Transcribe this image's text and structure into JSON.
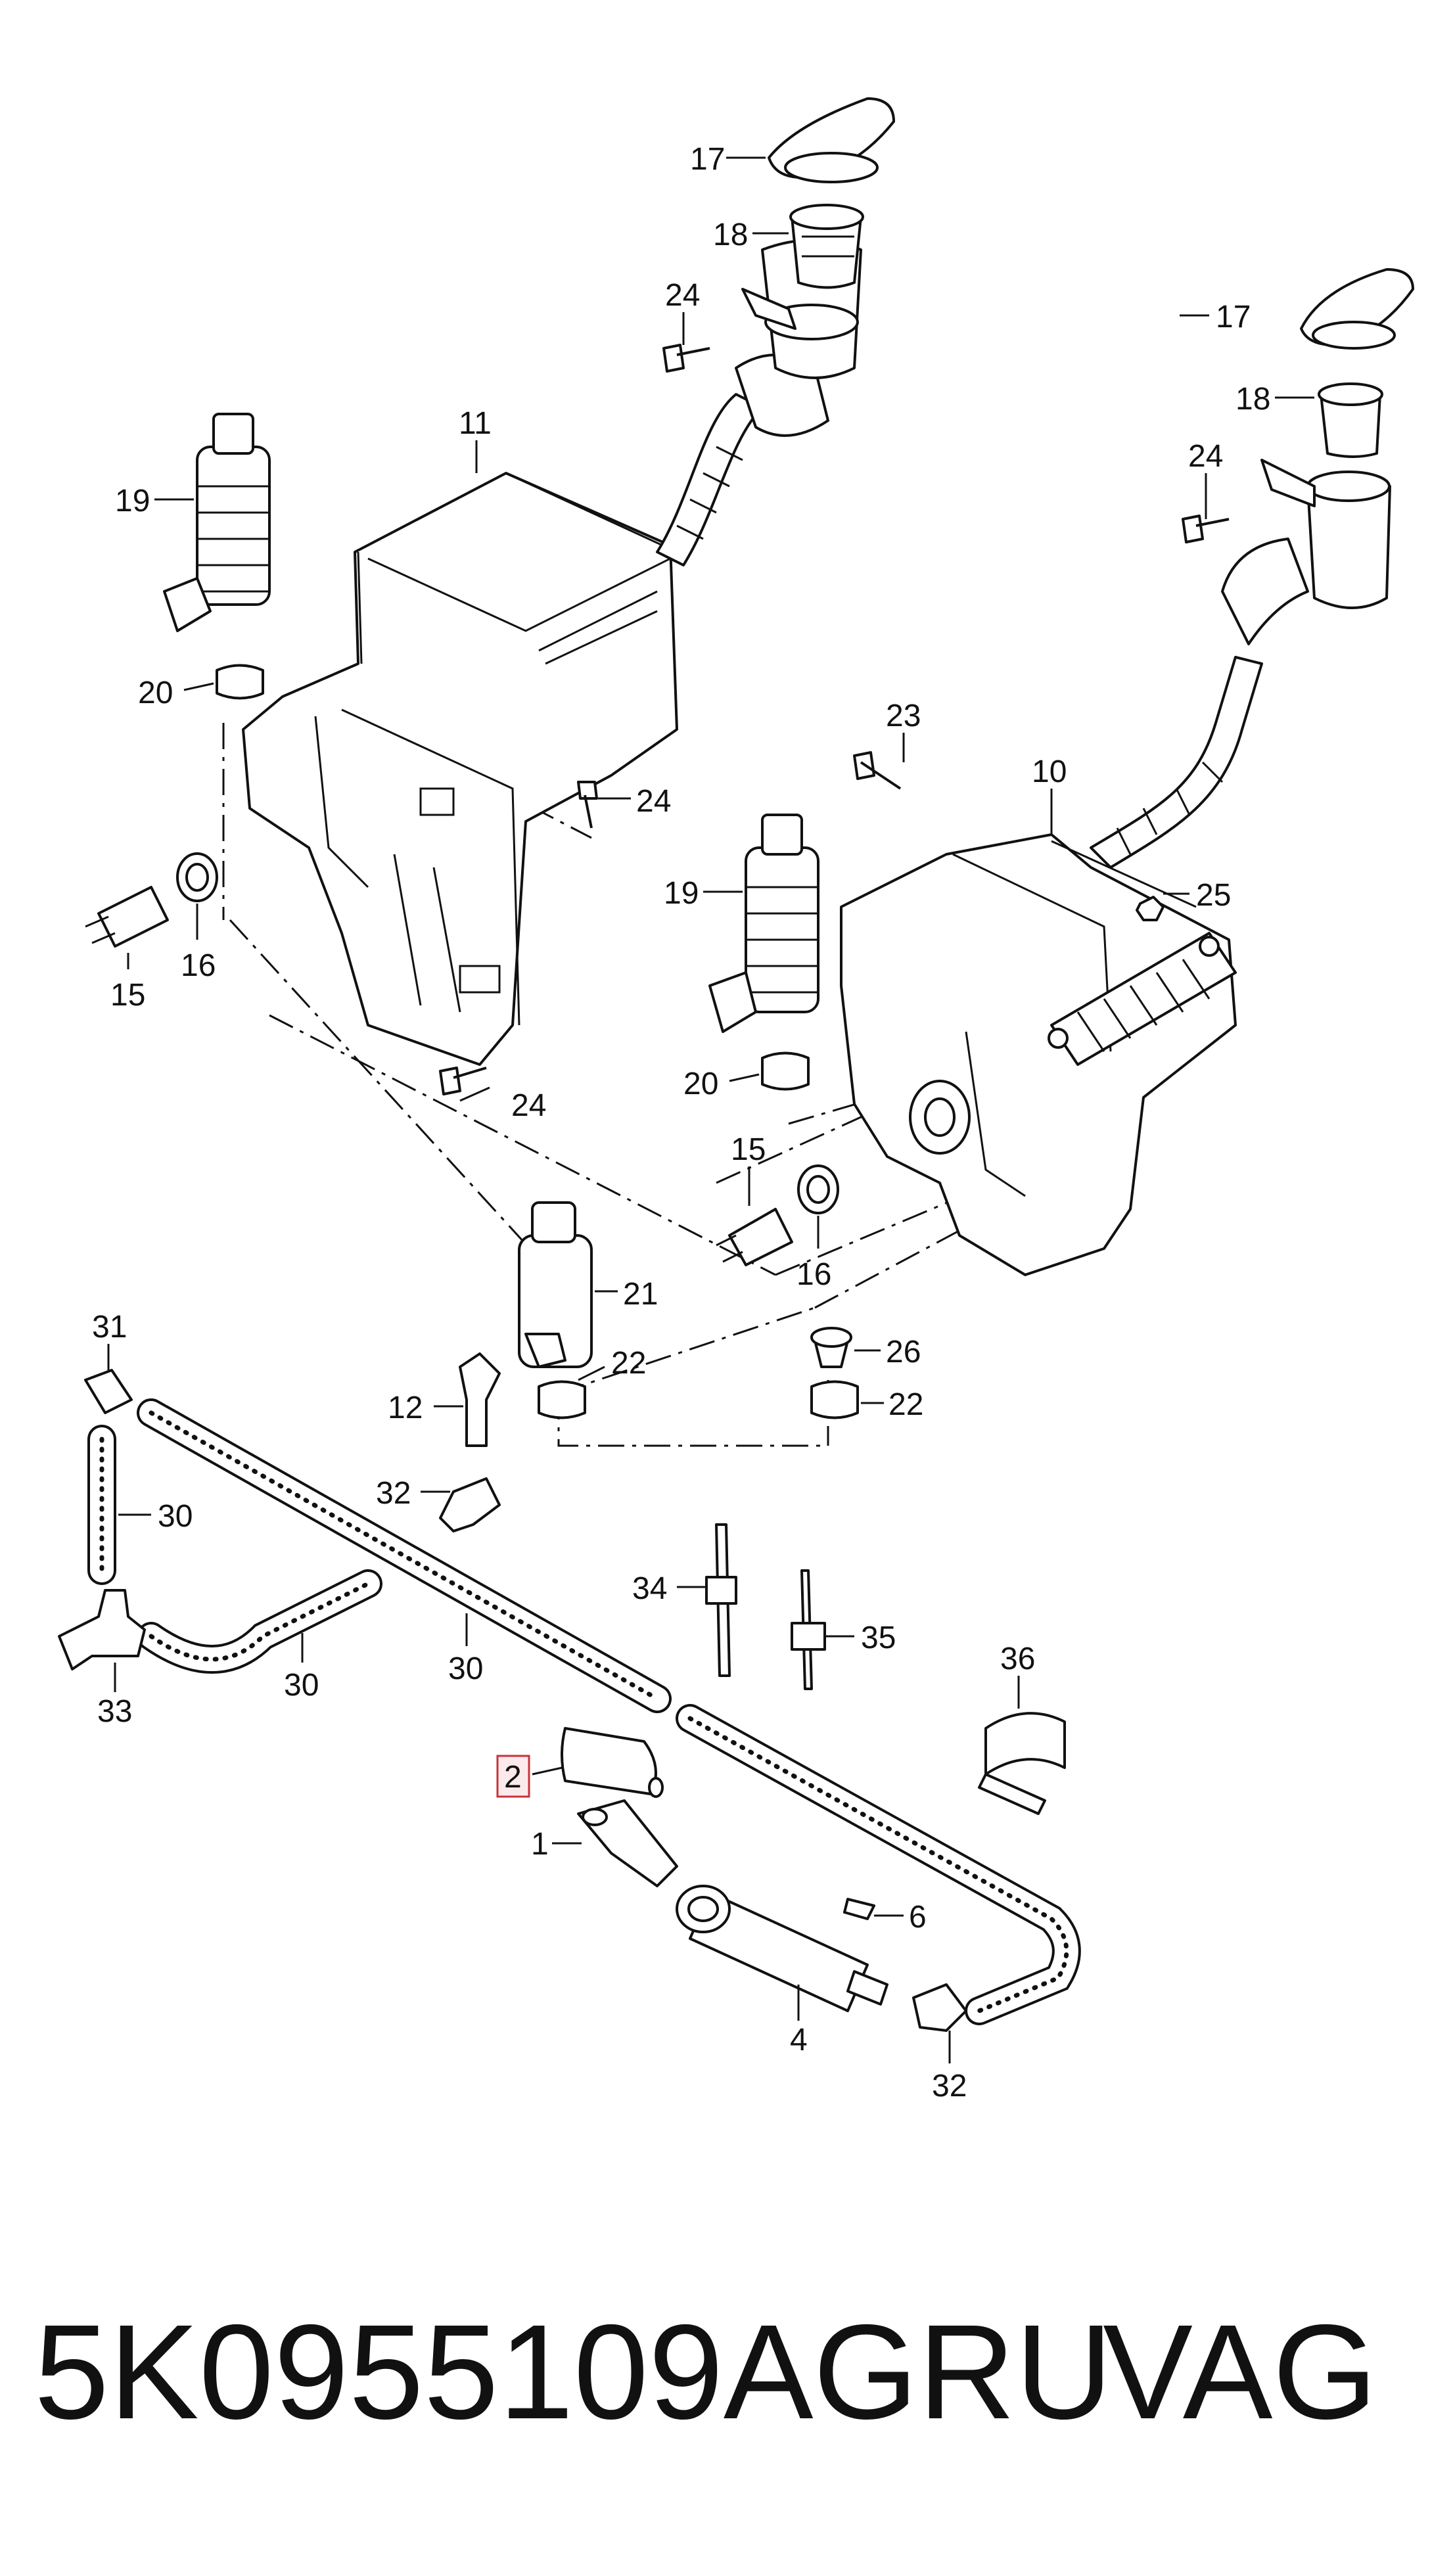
{
  "callouts": {
    "c1": "1",
    "c2": "2",
    "c4": "4",
    "c6": "6",
    "c10": "10",
    "c11": "11",
    "c12": "12",
    "c15a": "15",
    "c15b": "15",
    "c16a": "16",
    "c16b": "16",
    "c17a": "17",
    "c17b": "17",
    "c18a": "18",
    "c18b": "18",
    "c19a": "19",
    "c19b": "19",
    "c20a": "20",
    "c20b": "20",
    "c21": "21",
    "c22a": "22",
    "c22b": "22",
    "c23": "23",
    "c24a": "24",
    "c24b": "24",
    "c24c": "24",
    "c24d": "24",
    "c25": "25",
    "c26": "26",
    "c30a": "30",
    "c30b": "30",
    "c30c": "30",
    "c31": "31",
    "c32a": "32",
    "c32b": "32",
    "c33": "33",
    "c34": "34",
    "c35": "35",
    "c36": "36"
  },
  "highlighted_callout": "2",
  "footer": {
    "part_number": "5K0955109AGRU",
    "brand": "VAG"
  },
  "colors": {
    "highlight_border": "#c8323a",
    "highlight_fill": "#fbe9ec",
    "ink": "#111111"
  }
}
